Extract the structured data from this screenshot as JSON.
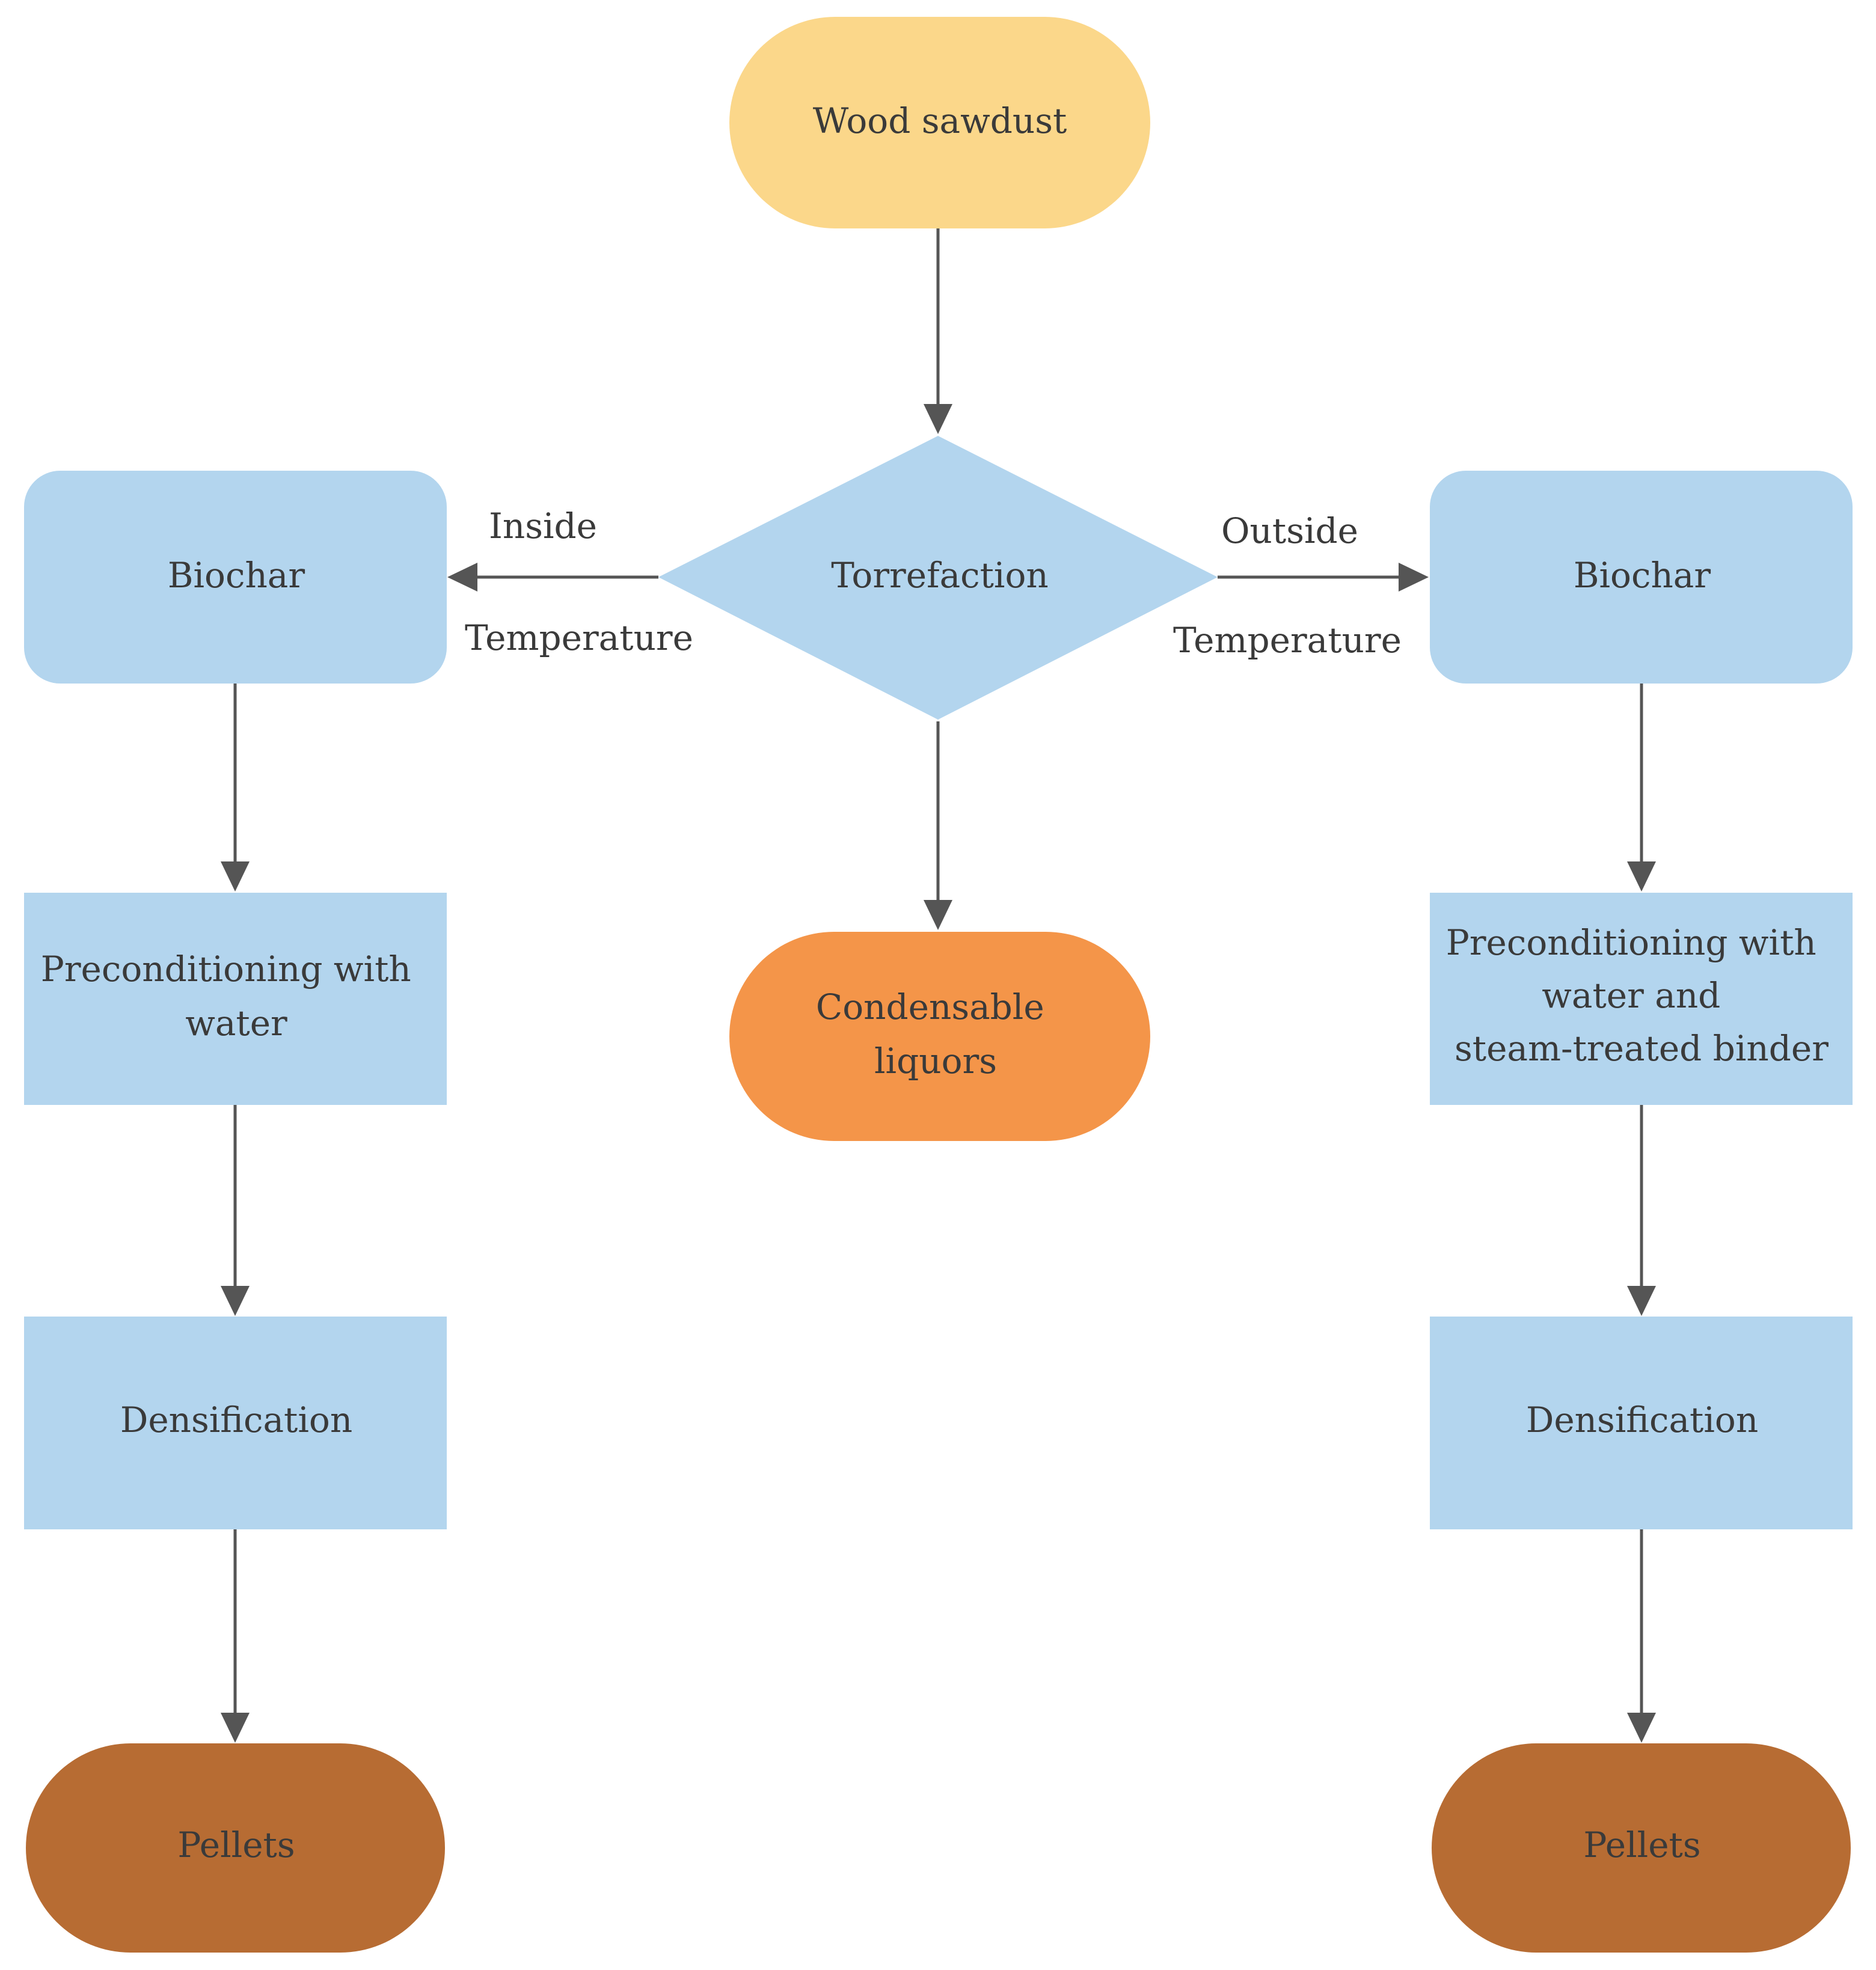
{
  "colors": {
    "start": "#fbd78a",
    "process": "#b3d5ee",
    "byproduct": "#f49549",
    "product": "#b76c33",
    "connector": "#555555",
    "text": "#3a3a3a"
  },
  "nodes": {
    "wood_sawdust": "Wood sawdust",
    "torrefaction": "Torrefaction",
    "condensable_liquors": [
      "Condensable",
      "liquors"
    ],
    "left": {
      "biochar": "Biochar",
      "preconditioning": [
        "Preconditioning with",
        "water"
      ],
      "densification": "Densification",
      "pellets": "Pellets"
    },
    "right": {
      "biochar": "Biochar",
      "preconditioning": [
        "Preconditioning with",
        "water and",
        "steam-treated binder"
      ],
      "densification": "Densification",
      "pellets": "Pellets"
    }
  },
  "edge_labels": {
    "left_top": "Inside",
    "left_bottom": "Temperature",
    "right_top": "Outside",
    "right_bottom": "Temperature"
  }
}
